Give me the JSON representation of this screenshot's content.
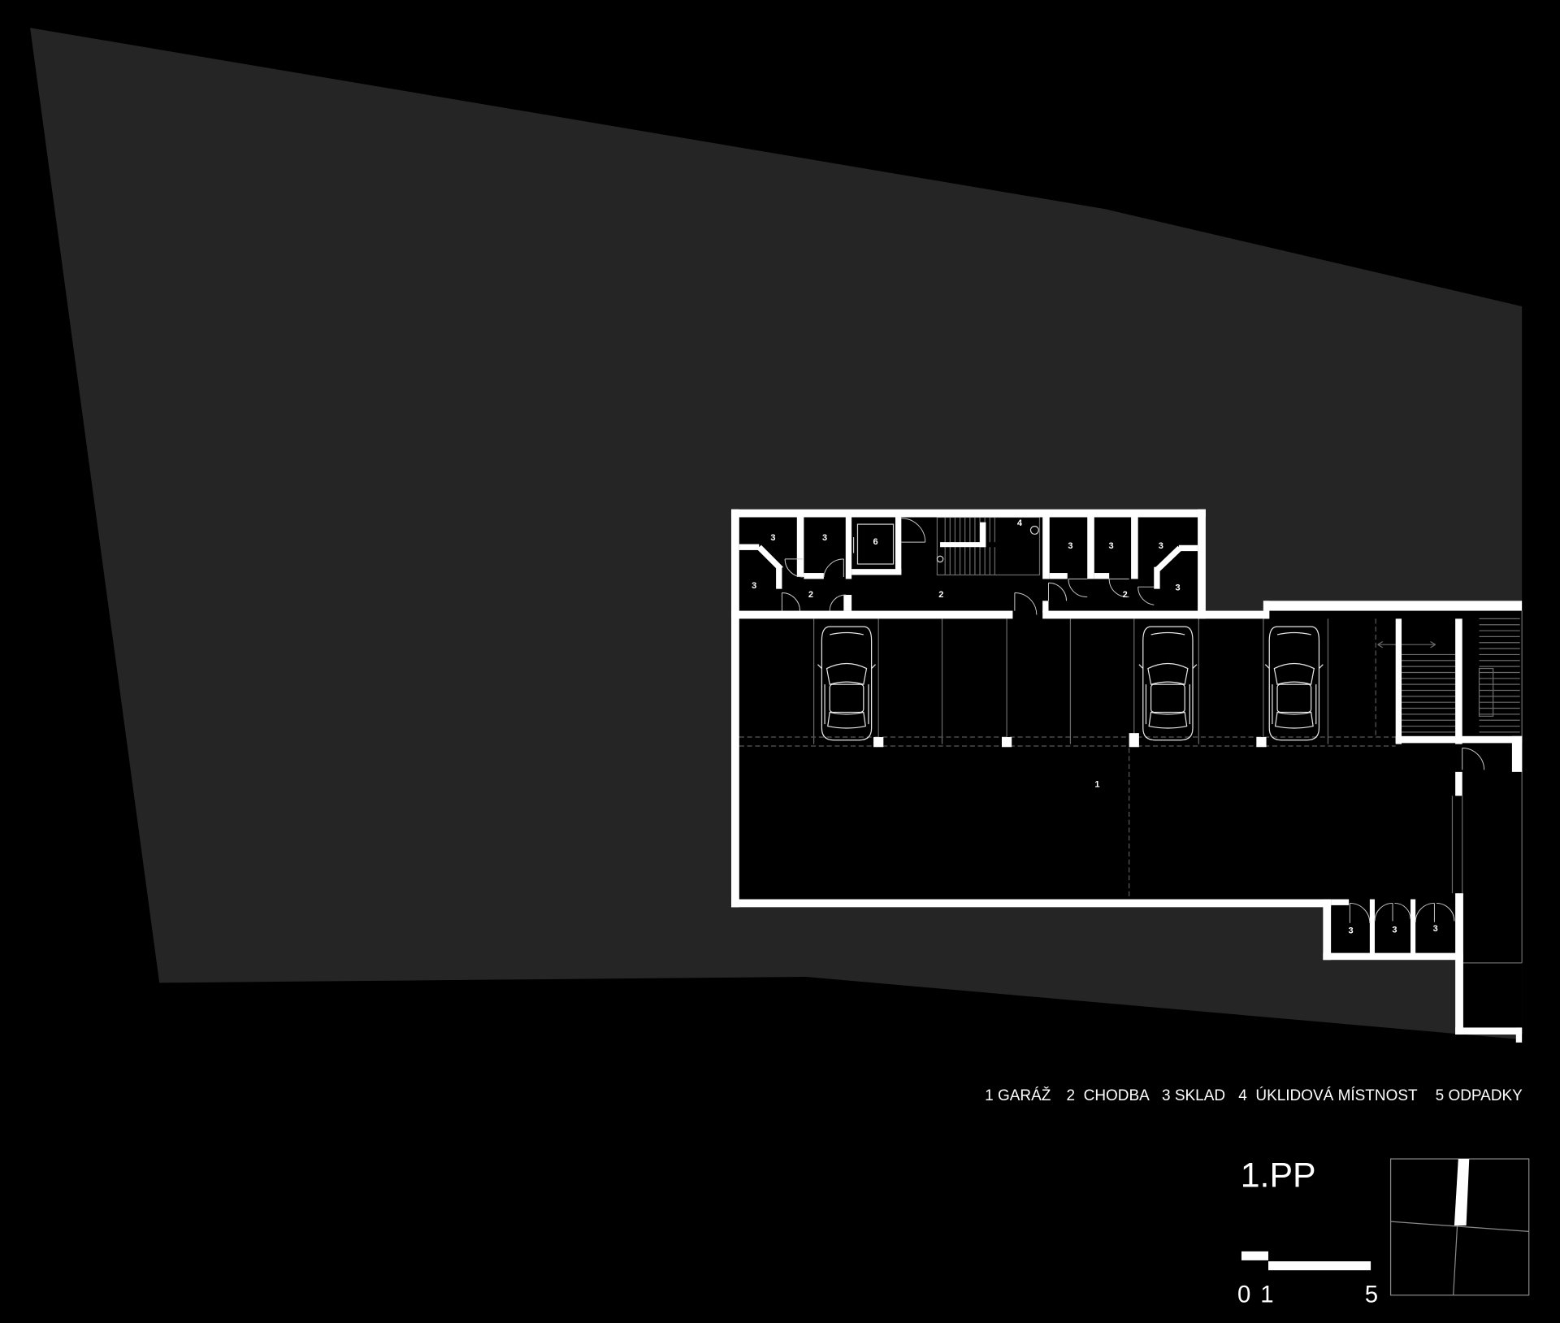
{
  "drawing": {
    "title": "1.PP"
  },
  "legend": {
    "items": [
      "1 GARÁŽ",
      "2  CHODBA",
      "3 SKLAD",
      "4  ÚKLIDOVÁ MÍSTNOST",
      "5 ODPADKY"
    ]
  },
  "scale_bar": {
    "labels": [
      "0",
      "1",
      "5"
    ]
  },
  "rooms": {
    "labels": [
      "3",
      "3",
      "6",
      "4",
      "3",
      "3",
      "3",
      "3",
      "2",
      "2",
      "2",
      "3",
      "1",
      "3",
      "3",
      "3"
    ]
  },
  "colors": {
    "background": "#000000",
    "site": "#252525",
    "walls": "#ffffff",
    "thin_lines": "#6a6a6a"
  }
}
